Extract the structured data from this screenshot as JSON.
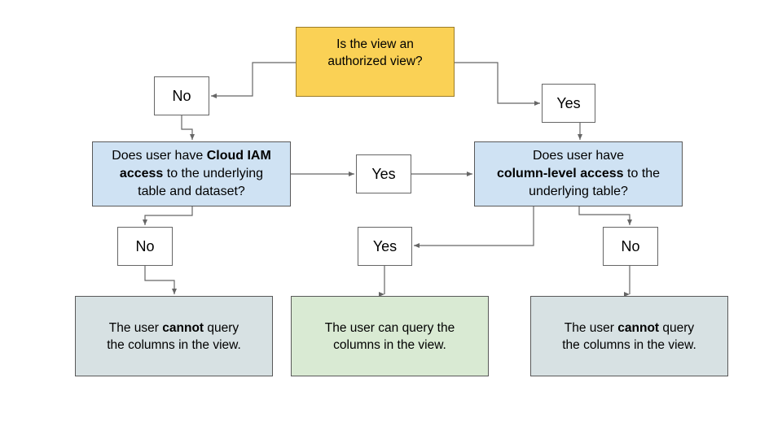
{
  "diagram": {
    "background": "#ffffff",
    "colors": {
      "question_fill": "#fad155",
      "question_border": "#9c7c28",
      "condition_fill": "#cfe2f3",
      "decision_fill": "#ffffff",
      "result_blocked_fill": "#d7e1e3",
      "result_allowed_fill": "#d9ead3",
      "box_border": "#595959",
      "connector": "#666666",
      "text": "#000000"
    },
    "nodes": {
      "authorized_question": {
        "line1": "Is the view an",
        "line2": "authorized view?"
      },
      "no_top": {
        "label": "No"
      },
      "yes_top": {
        "label": "Yes"
      },
      "iam_question": {
        "line1_pre": "Does user have ",
        "line1_bold": "Cloud IAM",
        "line2_bold": "access",
        "line2_post": " to the underlying",
        "line3": "table and dataset?"
      },
      "yes_mid": {
        "label": "Yes"
      },
      "column_question": {
        "line1": "Does user have",
        "line2_bold": "column-level access",
        "line2_post": " to the",
        "line3": "underlying table?"
      },
      "no_left": {
        "label": "No"
      },
      "yes_bottom": {
        "label": "Yes"
      },
      "no_right": {
        "label": "No"
      },
      "result_left": {
        "line1_pre": "The user ",
        "line1_bold": "cannot",
        "line1_post": " query",
        "line2": "the columns in the view."
      },
      "result_center": {
        "line1": "The user can query the",
        "line2": "columns in the view."
      },
      "result_right": {
        "line1_pre": "The user ",
        "line1_bold": "cannot",
        "line1_post": " query",
        "line2": "the columns in the view."
      }
    }
  }
}
